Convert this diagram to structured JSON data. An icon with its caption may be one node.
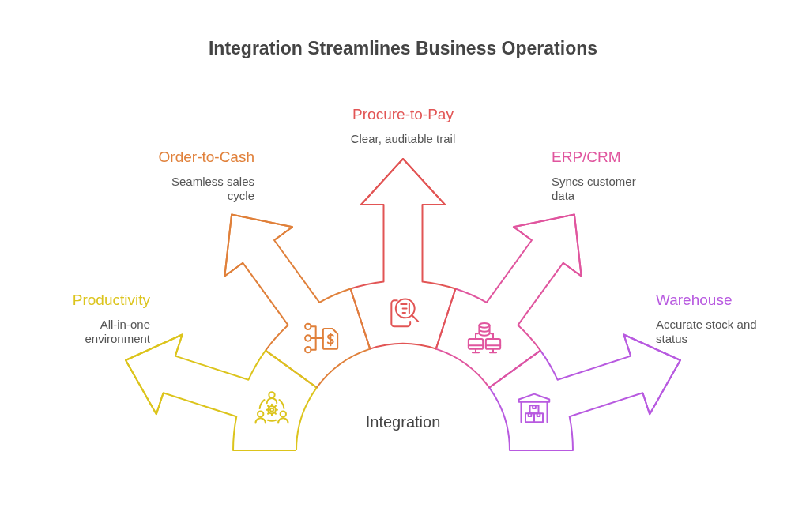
{
  "diagram": {
    "title": "Integration Streamlines Business Operations",
    "nodes": [
      {
        "text": [
          "Integration"
        ]
      },
      {
        "text": [
          "Productivity",
          "All-in-one environment"
        ]
      },
      {
        "text": [
          "Order-to-Cash",
          "Seamless sales cycle"
        ]
      },
      {
        "text": [
          "Procure-to-Pay",
          "Clear, auditable trail"
        ]
      },
      {
        "text": [
          "ERP/CRM",
          "Syncs customer data"
        ]
      },
      {
        "text": [
          "Warehouse",
          "Accurate stock and status"
        ]
      }
    ],
    "edges": [
      {
        "from": 0,
        "to": 1,
        "arrow": "to",
        "color": "#dcc41c"
      },
      {
        "from": 0,
        "to": 2,
        "arrow": "to",
        "color": "#e0803a"
      },
      {
        "from": 0,
        "to": 3,
        "arrow": "to",
        "color": "#e25555"
      },
      {
        "from": 0,
        "to": 4,
        "arrow": "to",
        "color": "#e0559e"
      },
      {
        "from": 0,
        "to": 5,
        "arrow": "to",
        "color": "#b85ae0"
      }
    ]
  }
}
